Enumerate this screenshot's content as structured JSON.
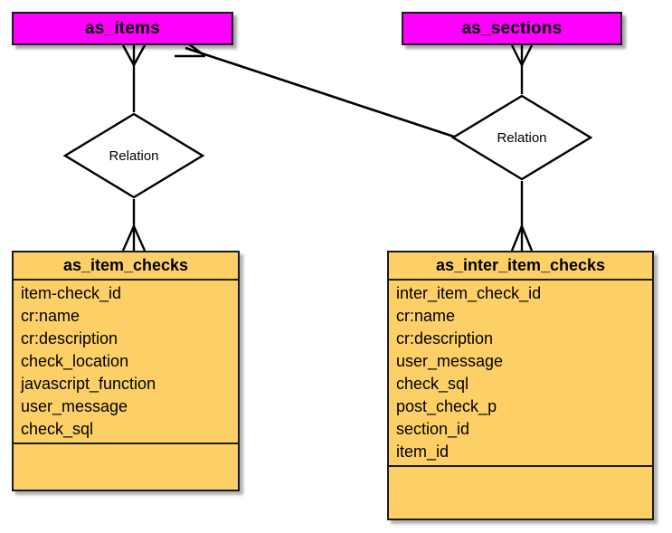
{
  "diagram": {
    "title": "ER diagram",
    "colors": {
      "entity_fill": "#ff00ff",
      "table_fill": "#fdd067",
      "stroke": "#1a1a1a",
      "background": "#ffffff"
    }
  },
  "entities": [
    {
      "name": "as_items",
      "label": "as_items"
    },
    {
      "name": "as_sections",
      "label": "as_sections"
    }
  ],
  "relations": [
    {
      "name": "relation-items-itemchecks",
      "label": "Relation"
    },
    {
      "name": "relation-sections-interitemchecks",
      "label": "Relation"
    }
  ],
  "tables": [
    {
      "name": "as_item_checks",
      "title": "as_item_checks",
      "fields": [
        "item-check_id",
        "cr:name",
        "cr:description",
        "check_location",
        "javascript_function",
        "user_message",
        "check_sql"
      ]
    },
    {
      "name": "as_inter_item_checks",
      "title": "as_inter_item_checks",
      "fields": [
        "inter_item_check_id",
        "cr:name",
        "cr:description",
        "user_message",
        "check_sql",
        "post_check_p",
        "section_id",
        "item_id"
      ]
    }
  ]
}
